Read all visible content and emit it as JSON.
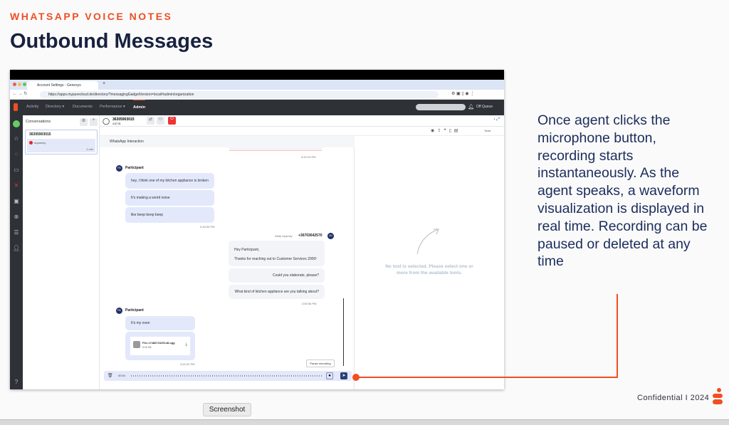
{
  "slide": {
    "eyebrow": "WHATSAPP VOICE NOTES",
    "title": "Outbound Messages",
    "description": "Once agent clicks the microphone button, recording starts instantaneously. As the agent speaks, a waveform visualization is displayed in real time. Recording can be paused or deleted at any time",
    "footer": "Confidential  I  2024",
    "accent": "#f04e23"
  },
  "browser": {
    "tab_title": "Account Settings - Genesys",
    "url": "https://apps.mypurecloud.de/directory/?messagingGadgetVersion=local#/admin/organization"
  },
  "appnav": {
    "items": [
      "Activity",
      "Directory ▾",
      "Documents",
      "Performance ▾",
      "Admin"
    ],
    "status": "Off Queue"
  },
  "conversations": {
    "title": "Conversations",
    "card_id": "36305903015",
    "card_user": "aupamsy",
    "card_time": "1 min"
  },
  "interaction": {
    "phone": "36305903015",
    "timer": "4:37:31",
    "panel_title": "WhatsApp Interaction",
    "tools_label": "Tools"
  },
  "chat": {
    "ts1": "3:20:19 PM",
    "participant": "Participant",
    "in1": [
      "hey, I think one of my kitchen appliance is broken",
      "It's making a weird noise",
      "like beep beep beep"
    ],
    "ts2": "3:49:35 PM",
    "agent_name": "Attila Upamsy",
    "agent_number": "+36703642570",
    "out1": "Hey Participant,",
    "out1b": "Thanks for reaching out to Customer Services 2000!",
    "out2": "Could you elaborate, please?",
    "out3": "What kind of kitchen appliance are you talking about?",
    "ts3": "3:50:55 PM",
    "in2": "It's my oven",
    "file_name": "File-1748872325148.ogg",
    "file_size": "6.93 KB",
    "ts4": "3:52:02 PM"
  },
  "recording": {
    "time": "00:04",
    "pause_label": "Pause recording"
  },
  "tools_panel": {
    "empty": "No tool is selected. Please select one or more from the available tools."
  },
  "os": {
    "tooltip": "Screenshot"
  }
}
